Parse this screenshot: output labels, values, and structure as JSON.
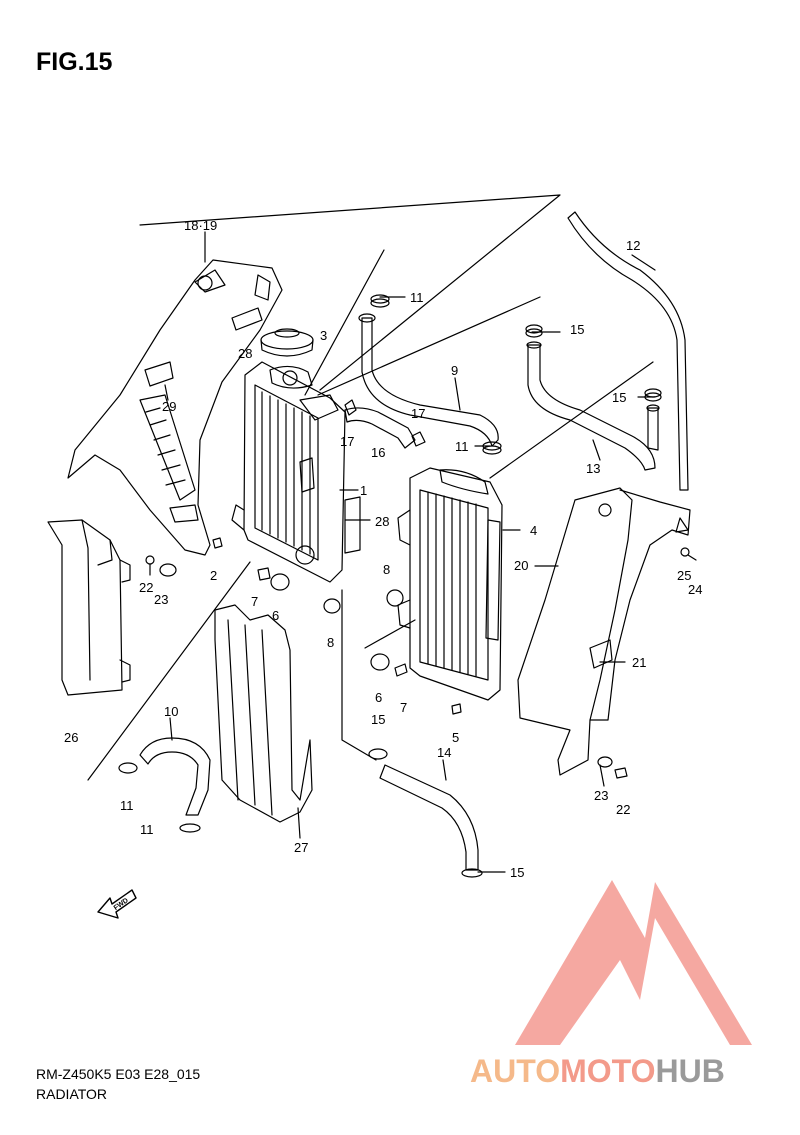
{
  "figure": {
    "title": "FIG.15",
    "model_code": "RM-Z450K5 E03 E28_015",
    "section_name": "RADIATOR"
  },
  "callouts": {
    "c18_19": "18·19",
    "c12": "12",
    "c11a": "11",
    "c3": "3",
    "c15a": "15",
    "c28a": "28",
    "c9": "9",
    "c29": "29",
    "c15b": "15",
    "c17a": "17",
    "c17b": "17",
    "c16": "16",
    "c11b": "11",
    "c13": "13",
    "c1": "1",
    "c28b": "28",
    "c4": "4",
    "c20": "20",
    "c22a": "22",
    "c23a": "23",
    "c2": "2",
    "c8a": "8",
    "c25": "25",
    "c24": "24",
    "c7a": "7",
    "c6a": "6",
    "c8b": "8",
    "c21": "21",
    "c26": "26",
    "c6b": "6",
    "c7b": "7",
    "c10": "10",
    "c15c": "15",
    "c5": "5",
    "c14": "14",
    "c11c": "11",
    "c23b": "23",
    "c22b": "22",
    "c11d": "11",
    "c27": "27",
    "c15d": "15"
  },
  "fwd_label": "FWD",
  "watermark": {
    "part1": "AUTO",
    "part2": "MOTO",
    "part3": "HUB",
    "colors": {
      "auto": "#f5b98a",
      "moto": "#f39a8a",
      "hub": "#9a9a9a",
      "logo": "#f28b82"
    }
  }
}
